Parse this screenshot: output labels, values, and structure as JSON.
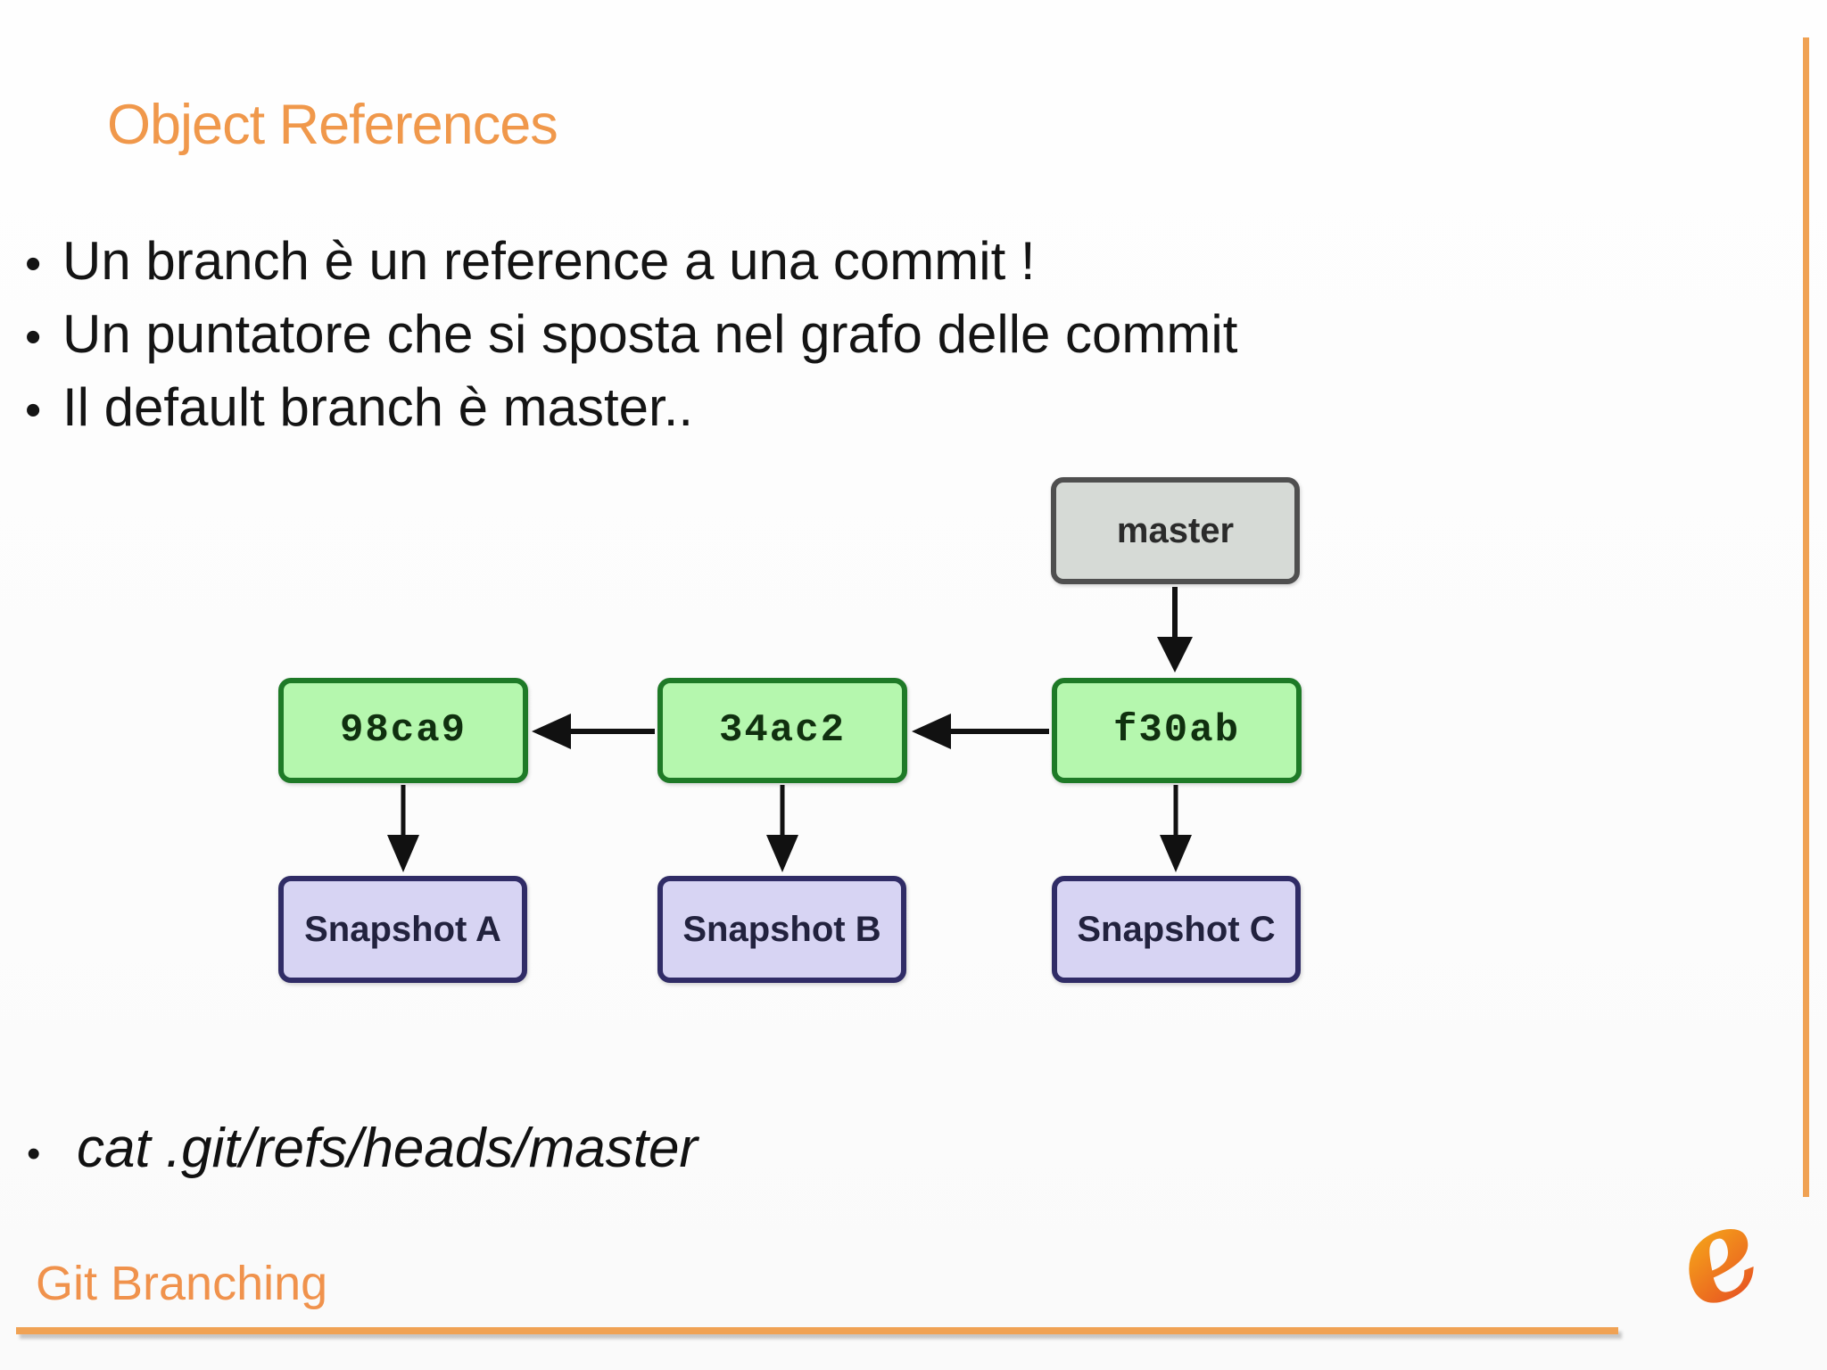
{
  "slide": {
    "title": "Object References",
    "bullet_char": "•",
    "bullets": [
      "Un branch è un reference a una commit !",
      "Un puntatore che si sposta nel grafo delle commit",
      "Il default branch è master.."
    ],
    "command": "cat .git/refs/heads/master",
    "footer": "Git Branching"
  },
  "diagram": {
    "branch_label": "master",
    "commits": [
      {
        "id": "98ca9",
        "snapshot": "Snapshot A"
      },
      {
        "id": "34ac2",
        "snapshot": "Snapshot B"
      },
      {
        "id": "f30ab",
        "snapshot": "Snapshot C"
      }
    ]
  },
  "icons": {
    "logo": "e-swoosh-logo"
  },
  "colors": {
    "title_orange": "#F0984B",
    "footer_orange": "#F0924C",
    "rule_orange": "#F0A254",
    "commit_fill": "#B5F7AE",
    "commit_border": "#1E7A27",
    "snapshot_fill": "#D7D4F3",
    "snapshot_border": "#302C66",
    "branch_fill": "#D6DAD6",
    "branch_border": "#4F4F4F",
    "arrow_black": "#111111",
    "logo_gradient_top": "#F8C712",
    "logo_gradient_mid": "#F2901C",
    "logo_gradient_bottom": "#E03A25"
  }
}
